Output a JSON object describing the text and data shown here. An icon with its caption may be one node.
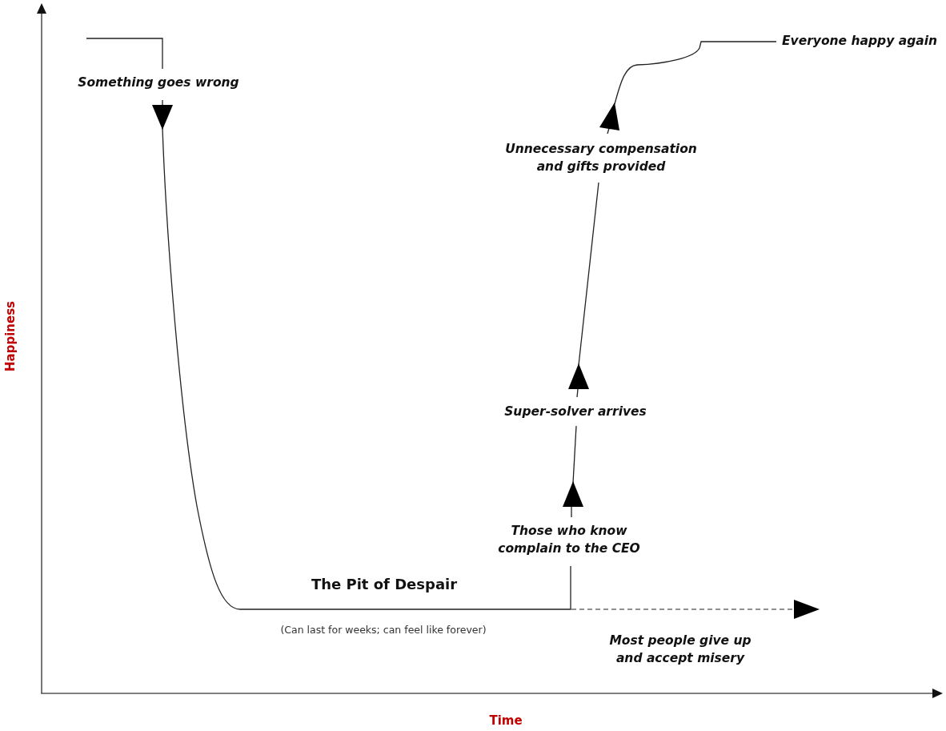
{
  "diagram": {
    "labels": [
      "Everyone happy again",
      "Something goes wrong",
      "Unnecessary compensation and gifts provided",
      "Happiness",
      "Super-solver arrives",
      "Those who know complain to the CEO",
      "The Pit of Despair",
      "(Can last for weeks; can feel like forever)",
      "Most people give up and accept misery",
      "Time"
    ]
  }
}
